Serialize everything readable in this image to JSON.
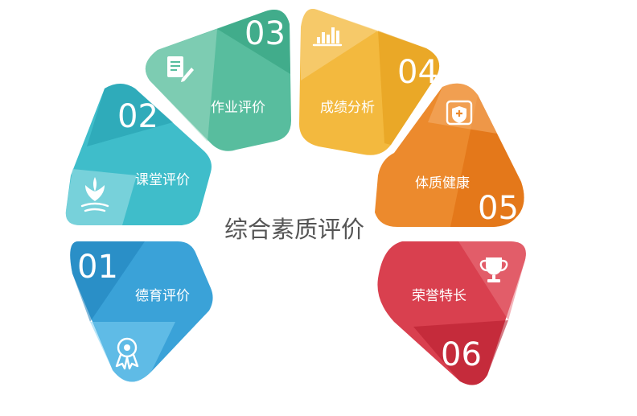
{
  "title": "综合素质评价",
  "segments": [
    {
      "number": "01",
      "label": "德育评价",
      "icon": "medal-ribbon-icon",
      "color": "#3aa2d8"
    },
    {
      "number": "02",
      "label": "课堂评价",
      "icon": "lotus-flower-icon",
      "color": "#3fbdca"
    },
    {
      "number": "03",
      "label": "作业评价",
      "icon": "edit-document-icon",
      "color": "#58bd9e"
    },
    {
      "number": "04",
      "label": "成绩分析",
      "icon": "bar-chart-icon",
      "color": "#f3b93e"
    },
    {
      "number": "05",
      "label": "体质健康",
      "icon": "health-shield-icon",
      "color": "#ec8a2d"
    },
    {
      "number": "06",
      "label": "荣誉特长",
      "icon": "trophy-icon",
      "color": "#d9404f"
    }
  ]
}
